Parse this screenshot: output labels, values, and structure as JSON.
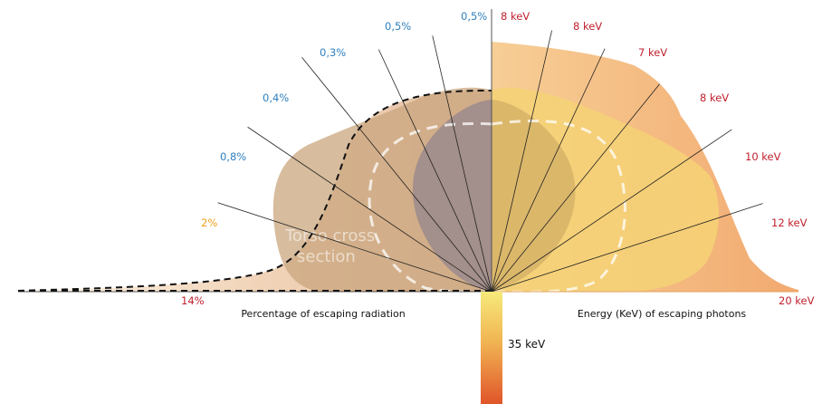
{
  "colors": {
    "percent_label": "#2e7fbf",
    "energy_label": "#c0202e",
    "highlight_label": "#f0a020",
    "torso_fill": "#c9a57e",
    "energy_fill_light": "#f8d37a",
    "energy_fill_dark": "#ef9450",
    "beam_top": "#f5e56e",
    "beam_bottom": "#e2632c"
  },
  "labels": {
    "left_axis_title": "Percentage of escaping radiation",
    "right_axis_title": "Energy (KeV) of escaping photons",
    "source_energy": "35 keV",
    "torso_line1": "Torso cross",
    "torso_line2": "section"
  },
  "escape_rays": [
    {
      "angle": 180,
      "percent": "14%",
      "energy": "20 keV"
    },
    {
      "angle": 162,
      "percent": "2%",
      "energy": "12 keV"
    },
    {
      "angle": 146,
      "percent": "0,8%",
      "energy": "10 keV"
    },
    {
      "angle": 129,
      "percent": "0,4%",
      "energy": "8 keV"
    },
    {
      "angle": 115,
      "percent": "0,3%",
      "energy": "7 keV"
    },
    {
      "angle": 103,
      "percent": "0,5%",
      "energy": "8 keV"
    },
    {
      "angle": 90,
      "percent": "0,5%",
      "energy": "8 keV"
    }
  ]
}
